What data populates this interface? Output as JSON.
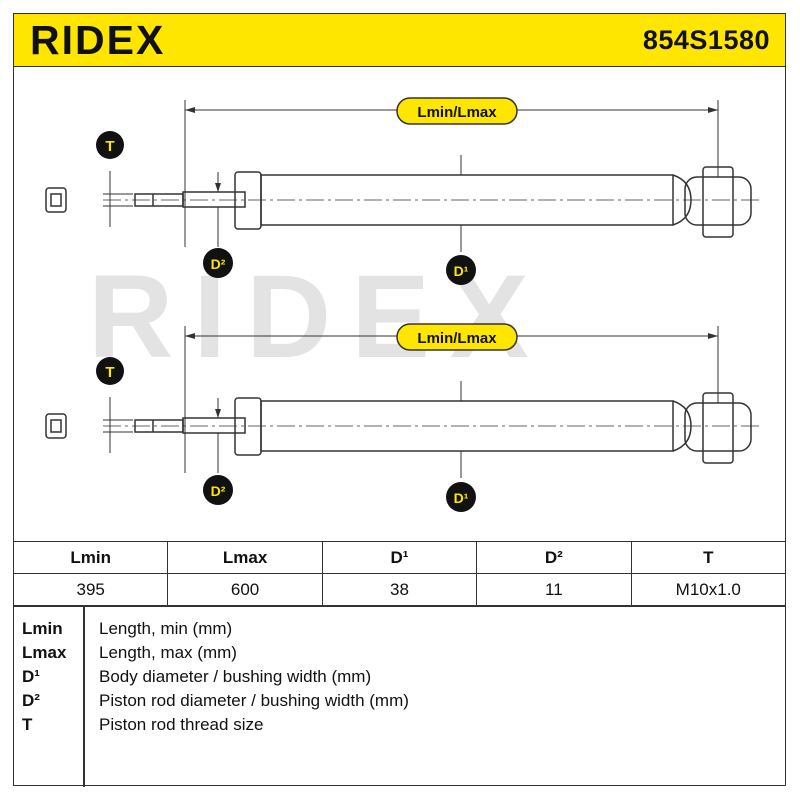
{
  "header": {
    "brand": "RIDEX",
    "part_number": "854S1580"
  },
  "watermark": "RIDEX",
  "drawing": {
    "labels": {
      "length": "Lmin/Lmax",
      "thread": "T",
      "rod_diameter": "D²",
      "body_diameter": "D¹"
    }
  },
  "spec_table": {
    "headers": [
      "Lmin",
      "Lmax",
      "D¹",
      "D²",
      "T"
    ],
    "values": [
      "395",
      "600",
      "38",
      "11",
      "M10x1.0"
    ]
  },
  "legend": [
    {
      "key": "Lmin",
      "desc": "Length, min (mm)"
    },
    {
      "key": "Lmax",
      "desc": "Length, max (mm)"
    },
    {
      "key": "D¹",
      "desc": "Body diameter / bushing width (mm)"
    },
    {
      "key": "D²",
      "desc": "Piston rod diameter / bushing width (mm)"
    },
    {
      "key": "T",
      "desc": "Piston rod thread size"
    }
  ],
  "colors": {
    "accent": "#ffe600",
    "line": "#333333",
    "badge": "#111111"
  }
}
